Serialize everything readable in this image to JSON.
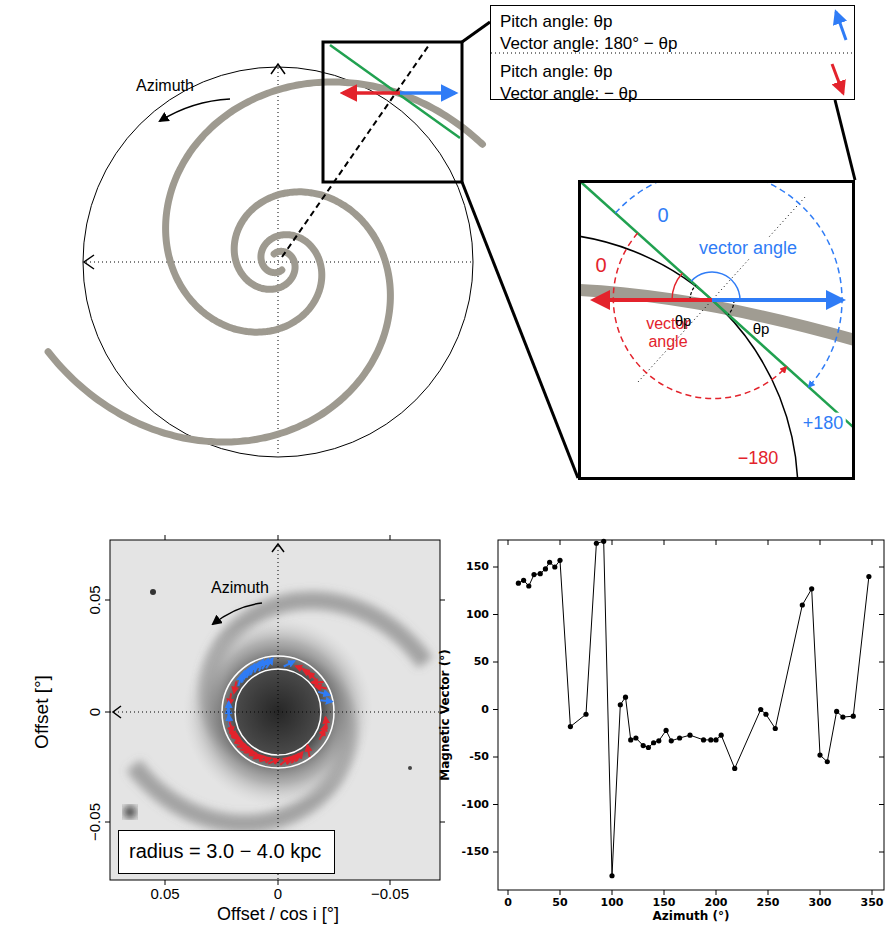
{
  "diagram": {
    "nodes": [
      {
        "text": [
          "Pitch angle: θp",
          "Vector angle: 180° − θp",
          "Pitch angle: θp",
          "Vector angle: − θp"
        ]
      },
      {
        "text": [
          "0",
          "0",
          "vector angle",
          "vector angle",
          "θp",
          "θp",
          "+180",
          "−180"
        ]
      },
      {
        "text": [
          "radius = 3.0 − 4.0 kpc"
        ]
      }
    ],
    "labels": [
      "Azimuth",
      "Azimuth",
      "0.05",
      "0",
      "−0.05",
      "0.05",
      "0",
      "−0.05",
      "Offset [°]",
      "Offset / cos i [°]",
      "Magnetic Vector (°)",
      "Azimuth (°)",
      "150",
      "100",
      "50",
      "0",
      "-50",
      "-100",
      "-150",
      "0",
      "50",
      "100",
      "150",
      "200",
      "250",
      "300",
      "350"
    ]
  }
}
